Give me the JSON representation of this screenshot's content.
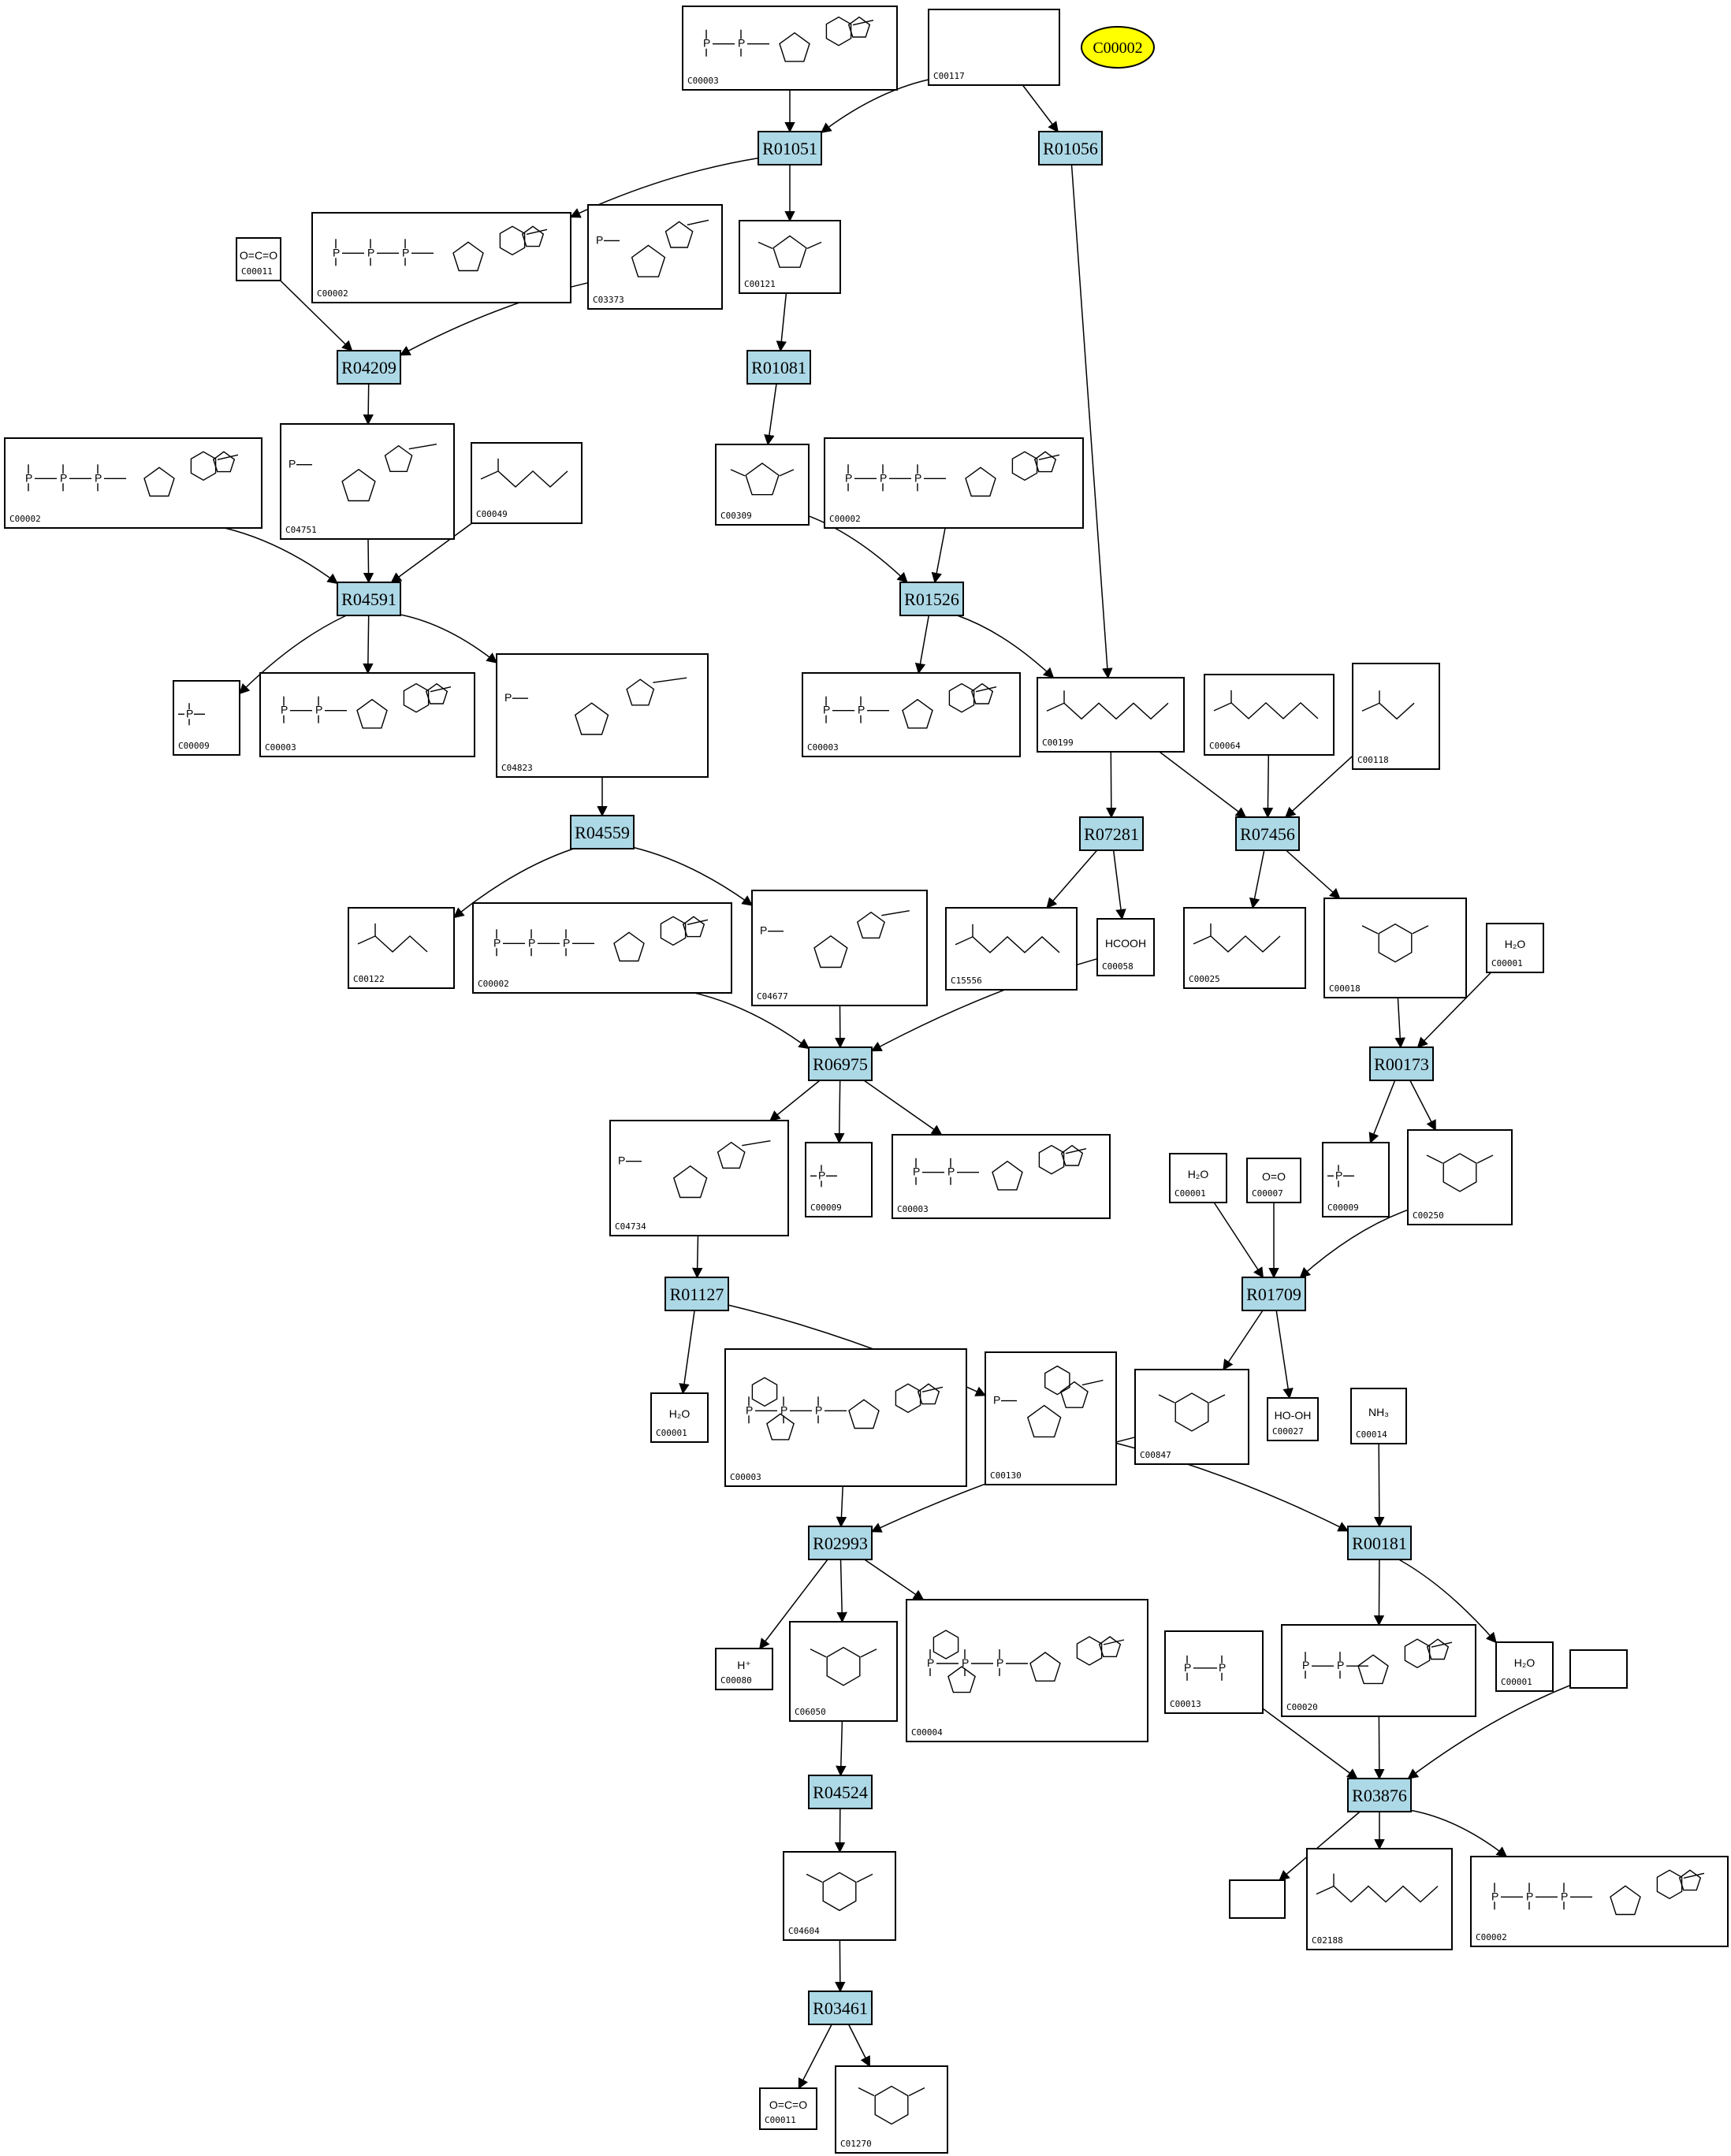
{
  "highlight": {
    "label": "C00002",
    "color": "#ffff00"
  },
  "colors": {
    "reaction_fill": "#add8e6",
    "compound_fill": "#ffffff",
    "edge": "#000000"
  },
  "reactions": [
    {
      "id": "R01051",
      "label": "R01051"
    },
    {
      "id": "R01056",
      "label": "R01056"
    },
    {
      "id": "R04209",
      "label": "R04209"
    },
    {
      "id": "R01081",
      "label": "R01081"
    },
    {
      "id": "R04591",
      "label": "R04591"
    },
    {
      "id": "R01526",
      "label": "R01526"
    },
    {
      "id": "R04559",
      "label": "R04559"
    },
    {
      "id": "R07281",
      "label": "R07281"
    },
    {
      "id": "R07456",
      "label": "R07456"
    },
    {
      "id": "R06975",
      "label": "R06975"
    },
    {
      "id": "R00173",
      "label": "R00173"
    },
    {
      "id": "R01127",
      "label": "R01127"
    },
    {
      "id": "R01709",
      "label": "R01709"
    },
    {
      "id": "R02993",
      "label": "R02993"
    },
    {
      "id": "R00181",
      "label": "R00181"
    },
    {
      "id": "R04524",
      "label": "R04524"
    },
    {
      "id": "R03876",
      "label": "R03876"
    },
    {
      "id": "R03461",
      "label": "R03461"
    }
  ],
  "compounds": [
    {
      "id": "c_003a",
      "label": "C00003",
      "struct": "adenine-nucleotide"
    },
    {
      "id": "c_117",
      "label": "C00117",
      "struct": "ribose-phosphate"
    },
    {
      "id": "c_002a",
      "label": "C00002",
      "struct": "adenine-nucleotide"
    },
    {
      "id": "c_3373",
      "label": "C03373",
      "struct": "imidazole-ribotide"
    },
    {
      "id": "c_121",
      "label": "C00121",
      "struct": "ribose"
    },
    {
      "id": "c_011a",
      "label": "C00011",
      "struct": "small-molecule",
      "formula": "O=C=O"
    },
    {
      "id": "c_002b",
      "label": "C00002",
      "struct": "adenine-nucleotide"
    },
    {
      "id": "c_4751",
      "label": "C04751",
      "struct": "imidazole-ribotide"
    },
    {
      "id": "c_049",
      "label": "C00049",
      "struct": "amino-acid"
    },
    {
      "id": "c_309",
      "label": "C00309",
      "struct": "ribose"
    },
    {
      "id": "c_002c",
      "label": "C00002",
      "struct": "adenine-nucleotide"
    },
    {
      "id": "c_009a",
      "label": "C00009",
      "struct": "phosphate"
    },
    {
      "id": "c_003b",
      "label": "C00003",
      "struct": "adenine-nucleotide"
    },
    {
      "id": "c_4823",
      "label": "C04823",
      "struct": "imidazole-ribotide"
    },
    {
      "id": "c_003c",
      "label": "C00003",
      "struct": "adenine-nucleotide"
    },
    {
      "id": "c_199",
      "label": "C00199",
      "struct": "chain-phosphate"
    },
    {
      "id": "c_064",
      "label": "C00064",
      "struct": "amino-acid"
    },
    {
      "id": "c_118",
      "label": "C00118",
      "struct": "chain-phosphate"
    },
    {
      "id": "c_122",
      "label": "C00122",
      "struct": "diacid"
    },
    {
      "id": "c_002d",
      "label": "C00002",
      "struct": "adenine-nucleotide"
    },
    {
      "id": "c_4677",
      "label": "C04677",
      "struct": "imidazole-ribotide"
    },
    {
      "id": "c_15556",
      "label": "C15556",
      "struct": "chain-phosphate"
    },
    {
      "id": "c_058",
      "label": "C00058",
      "struct": "small-molecule",
      "formula": "HCOOH"
    },
    {
      "id": "c_025",
      "label": "C00025",
      "struct": "amino-acid"
    },
    {
      "id": "c_018",
      "label": "C00018",
      "struct": "pyridine"
    },
    {
      "id": "c_001a",
      "label": "C00001",
      "struct": "small-molecule",
      "formula": "H₂O"
    },
    {
      "id": "c_4734",
      "label": "C04734",
      "struct": "imidazole-ribotide"
    },
    {
      "id": "c_009b",
      "label": "C00009",
      "struct": "phosphate"
    },
    {
      "id": "c_003d",
      "label": "C00003",
      "struct": "adenine-nucleotide"
    },
    {
      "id": "c_001b",
      "label": "C00001",
      "struct": "small-molecule",
      "formula": "H₂O"
    },
    {
      "id": "c_007",
      "label": "C00007",
      "struct": "small-molecule",
      "formula": "O=O"
    },
    {
      "id": "c_009c",
      "label": "C00009",
      "struct": "phosphate"
    },
    {
      "id": "c_250",
      "label": "C00250",
      "struct": "pyridine"
    },
    {
      "id": "c_001c",
      "label": "C00001",
      "struct": "small-molecule",
      "formula": "H₂O"
    },
    {
      "id": "c_003e",
      "label": "C00003",
      "struct": "nad"
    },
    {
      "id": "c_130",
      "label": "C00130",
      "struct": "purine-nucleotide"
    },
    {
      "id": "c_847",
      "label": "C00847",
      "struct": "pyridine"
    },
    {
      "id": "c_027",
      "label": "C00027",
      "struct": "small-molecule",
      "formula": "HO-OH"
    },
    {
      "id": "c_014",
      "label": "C00014",
      "struct": "small-molecule",
      "formula": "NH₃"
    },
    {
      "id": "c_080",
      "label": "C00080",
      "struct": "small-molecule",
      "formula": "H⁺"
    },
    {
      "id": "c_6050",
      "label": "C06050",
      "struct": "pyridine"
    },
    {
      "id": "c_004",
      "label": "C00004",
      "struct": "nad"
    },
    {
      "id": "c_013",
      "label": "C00013",
      "struct": "diphosphate"
    },
    {
      "id": "c_020",
      "label": "C00020",
      "struct": "adenine-nucleotide"
    },
    {
      "id": "c_001d",
      "label": "C00001",
      "struct": "small-molecule",
      "formula": "H₂O"
    },
    {
      "id": "c_blank1",
      "label": "",
      "struct": "empty"
    },
    {
      "id": "c_4604",
      "label": "C04604",
      "struct": "pyridine"
    },
    {
      "id": "c_blank2",
      "label": "",
      "struct": "empty"
    },
    {
      "id": "c_2188",
      "label": "C02188",
      "struct": "peptide"
    },
    {
      "id": "c_002e",
      "label": "C00002",
      "struct": "adenine-nucleotide"
    },
    {
      "id": "c_011b",
      "label": "C00011",
      "struct": "small-molecule",
      "formula": "O=C=O"
    },
    {
      "id": "c_1270",
      "label": "C01270",
      "struct": "pyridine"
    }
  ],
  "edges": [
    [
      "c_003a",
      "R01051"
    ],
    [
      "c_117",
      "R01051"
    ],
    [
      "c_117",
      "R01056"
    ],
    [
      "R01051",
      "c_002a"
    ],
    [
      "R01051",
      "c_121"
    ],
    [
      "c_011a",
      "R04209"
    ],
    [
      "c_3373",
      "R04209"
    ],
    [
      "c_121",
      "R01081"
    ],
    [
      "R04209",
      "c_4751"
    ],
    [
      "c_002b",
      "R04591"
    ],
    [
      "c_4751",
      "R04591"
    ],
    [
      "c_049",
      "R04591"
    ],
    [
      "R01081",
      "c_309"
    ],
    [
      "c_309",
      "R01526"
    ],
    [
      "c_002c",
      "R01526"
    ],
    [
      "R04591",
      "c_009a"
    ],
    [
      "R04591",
      "c_003b"
    ],
    [
      "R04591",
      "c_4823"
    ],
    [
      "R01526",
      "c_003c"
    ],
    [
      "R01526",
      "c_199"
    ],
    [
      "R01056",
      "c_199"
    ],
    [
      "c_4823",
      "R04559"
    ],
    [
      "c_199",
      "R07281"
    ],
    [
      "c_199",
      "R07456"
    ],
    [
      "c_064",
      "R07456"
    ],
    [
      "c_118",
      "R07456"
    ],
    [
      "R04559",
      "c_122"
    ],
    [
      "R04559",
      "c_4677"
    ],
    [
      "R07281",
      "c_15556"
    ],
    [
      "R07281",
      "c_058"
    ],
    [
      "R07456",
      "c_025"
    ],
    [
      "R07456",
      "c_018"
    ],
    [
      "c_002d",
      "R06975"
    ],
    [
      "c_4677",
      "R06975"
    ],
    [
      "c_058",
      "R06975"
    ],
    [
      "c_018",
      "R00173"
    ],
    [
      "c_001a",
      "R00173"
    ],
    [
      "R06975",
      "c_4734"
    ],
    [
      "R06975",
      "c_009b"
    ],
    [
      "R06975",
      "c_003d"
    ],
    [
      "R00173",
      "c_009c"
    ],
    [
      "R00173",
      "c_250"
    ],
    [
      "c_4734",
      "R01127"
    ],
    [
      "c_001b",
      "R01709"
    ],
    [
      "c_007",
      "R01709"
    ],
    [
      "c_250",
      "R01709"
    ],
    [
      "R01127",
      "c_001c"
    ],
    [
      "R01127",
      "c_130"
    ],
    [
      "R01709",
      "c_847"
    ],
    [
      "R01709",
      "c_027"
    ],
    [
      "c_003e",
      "R02993"
    ],
    [
      "c_847",
      "R02993"
    ],
    [
      "c_130",
      "R00181"
    ],
    [
      "c_014",
      "R00181"
    ],
    [
      "R02993",
      "c_080"
    ],
    [
      "R02993",
      "c_6050"
    ],
    [
      "R02993",
      "c_004"
    ],
    [
      "R00181",
      "c_020"
    ],
    [
      "R00181",
      "c_001d"
    ],
    [
      "c_6050",
      "R04524"
    ],
    [
      "c_013",
      "R03876"
    ],
    [
      "c_020",
      "R03876"
    ],
    [
      "c_blank1",
      "R03876"
    ],
    [
      "R04524",
      "c_4604"
    ],
    [
      "R03876",
      "c_blank2"
    ],
    [
      "R03876",
      "c_2188"
    ],
    [
      "R03876",
      "c_002e"
    ],
    [
      "c_4604",
      "R03461"
    ],
    [
      "R03461",
      "c_011b"
    ],
    [
      "R03461",
      "c_1270"
    ]
  ]
}
